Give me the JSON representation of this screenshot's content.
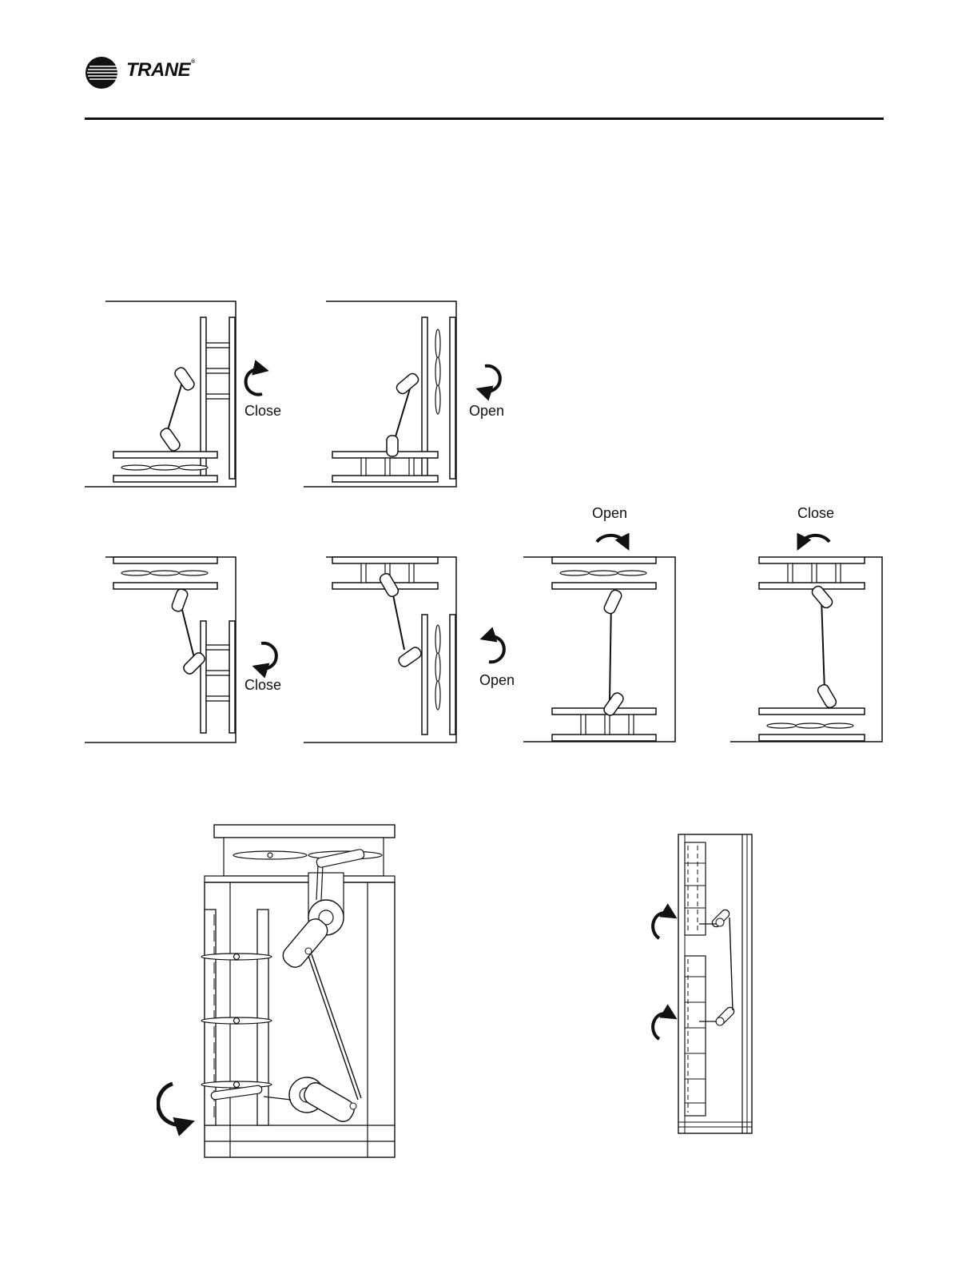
{
  "brand": {
    "name": "TRANE",
    "mark": "®"
  },
  "labels": {
    "fig1": "Close",
    "fig2": "Open",
    "fig3": "Close",
    "fig4": "Open",
    "fig5": "Open",
    "fig6": "Close"
  },
  "icons": {
    "logo": "trane-globe-logo",
    "rotate_ccw": "rotate-counterclockwise-arrow-icon",
    "rotate_cw": "rotate-clockwise-arrow-icon"
  }
}
